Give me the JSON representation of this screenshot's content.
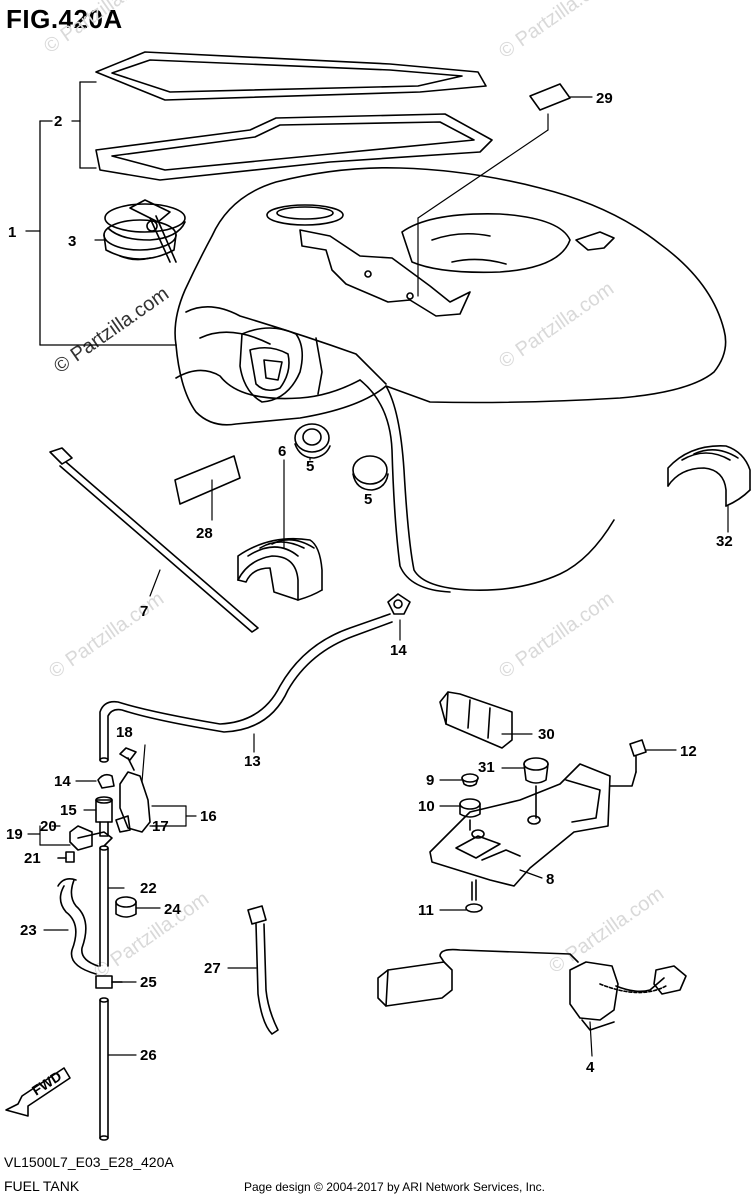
{
  "figure": {
    "title": "FIG.420A",
    "model_code": "VL1500L7_E03_E28_420A",
    "section_name": "FUEL TANK",
    "credit": "Page design © 2004-2017 by ARI Network Services, Inc."
  },
  "watermark": "© Partzilla.com",
  "fwd_label": "FWD",
  "callouts": {
    "c1": "1",
    "c2": "2",
    "c3": "3",
    "c4": "4",
    "c5a": "5",
    "c5b": "5",
    "c6": "6",
    "c7": "7",
    "c8": "8",
    "c9": "9",
    "c10": "10",
    "c11": "11",
    "c12": "12",
    "c13": "13",
    "c14a": "14",
    "c14b": "14",
    "c15": "15",
    "c16": "16",
    "c17": "17",
    "c18": "18",
    "c19": "19",
    "c20": "20",
    "c21": "21",
    "c22": "22",
    "c23": "23",
    "c24": "24",
    "c25": "25",
    "c26": "26",
    "c27": "27",
    "c28": "28",
    "c29": "29",
    "c30": "30",
    "c31": "31",
    "c32": "32"
  }
}
